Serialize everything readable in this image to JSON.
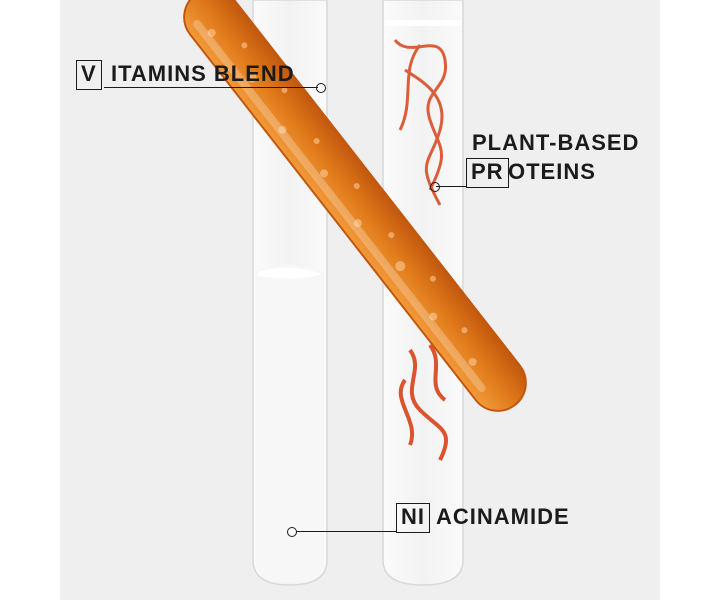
{
  "labels": {
    "vitamins": {
      "boxed": "V",
      "rest": "ITAMINS BLEND"
    },
    "proteins": {
      "line1": "PLANT-BASED",
      "boxed": "PR",
      "rest": "OTEINS"
    },
    "niacinamide": {
      "boxed": "NI",
      "rest": "ACINAMIDE"
    }
  },
  "colors": {
    "background": "#efefef",
    "orange_serum": "#e07a1a",
    "swirl": "#d8431a",
    "white_liquid": "#f7f7f7",
    "text": "#1b1b1b"
  }
}
